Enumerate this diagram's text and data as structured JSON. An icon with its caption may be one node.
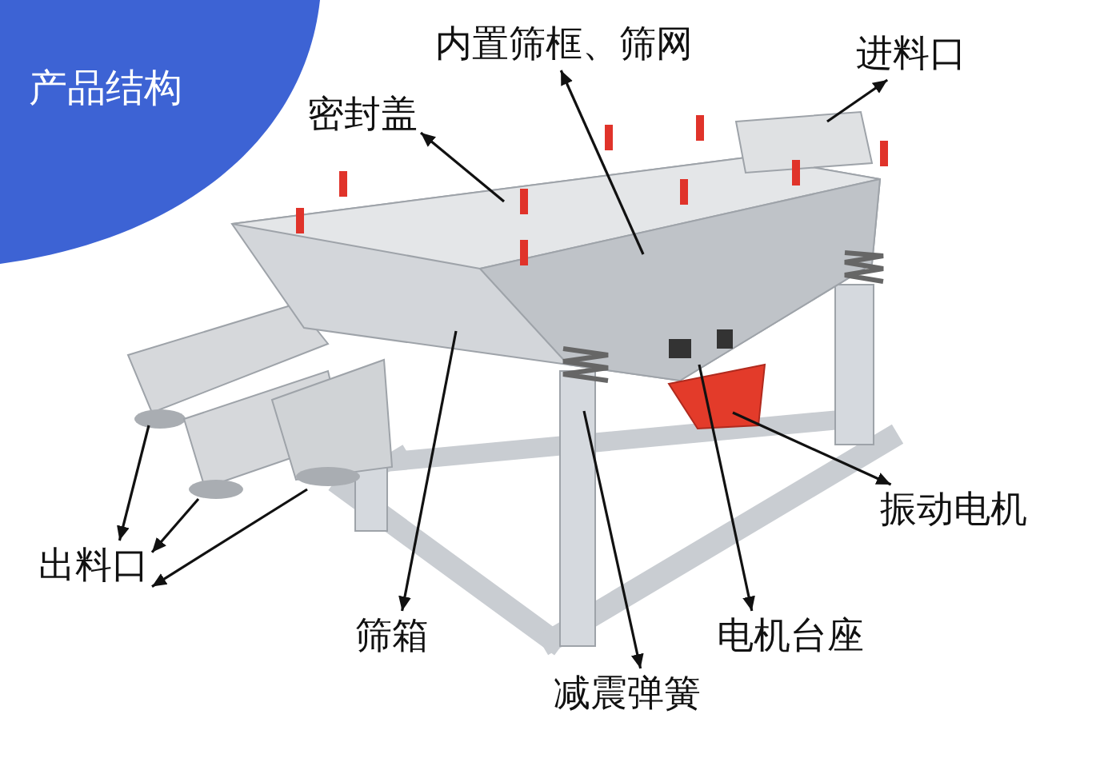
{
  "diagram": {
    "title": "产品结构",
    "nodes": [
      {
        "text": [
          "密封盖"
        ]
      },
      {
        "text": [
          "内置筛框、筛网"
        ]
      },
      {
        "text": [
          "进料口"
        ]
      },
      {
        "text": [
          "振动电机"
        ]
      },
      {
        "text": [
          "电机台座"
        ]
      },
      {
        "text": [
          "减震弹簧"
        ]
      },
      {
        "text": [
          "筛箱"
        ]
      },
      {
        "text": [
          "出料口"
        ]
      }
    ],
    "edges": [
      {
        "from": null,
        "to": 0,
        "arrow": "to"
      },
      {
        "from": null,
        "to": 1,
        "arrow": "to"
      },
      {
        "from": null,
        "to": 2,
        "arrow": "to"
      },
      {
        "from": null,
        "to": 3,
        "arrow": "to"
      },
      {
        "from": null,
        "to": 4,
        "arrow": "to"
      },
      {
        "from": null,
        "to": 5,
        "arrow": "to"
      },
      {
        "from": null,
        "to": 6,
        "arrow": "to"
      },
      {
        "from": null,
        "to": 7,
        "arrow": "to"
      },
      {
        "from": null,
        "to": 7,
        "arrow": "to"
      },
      {
        "from": null,
        "to": 7,
        "arrow": "to"
      }
    ]
  }
}
